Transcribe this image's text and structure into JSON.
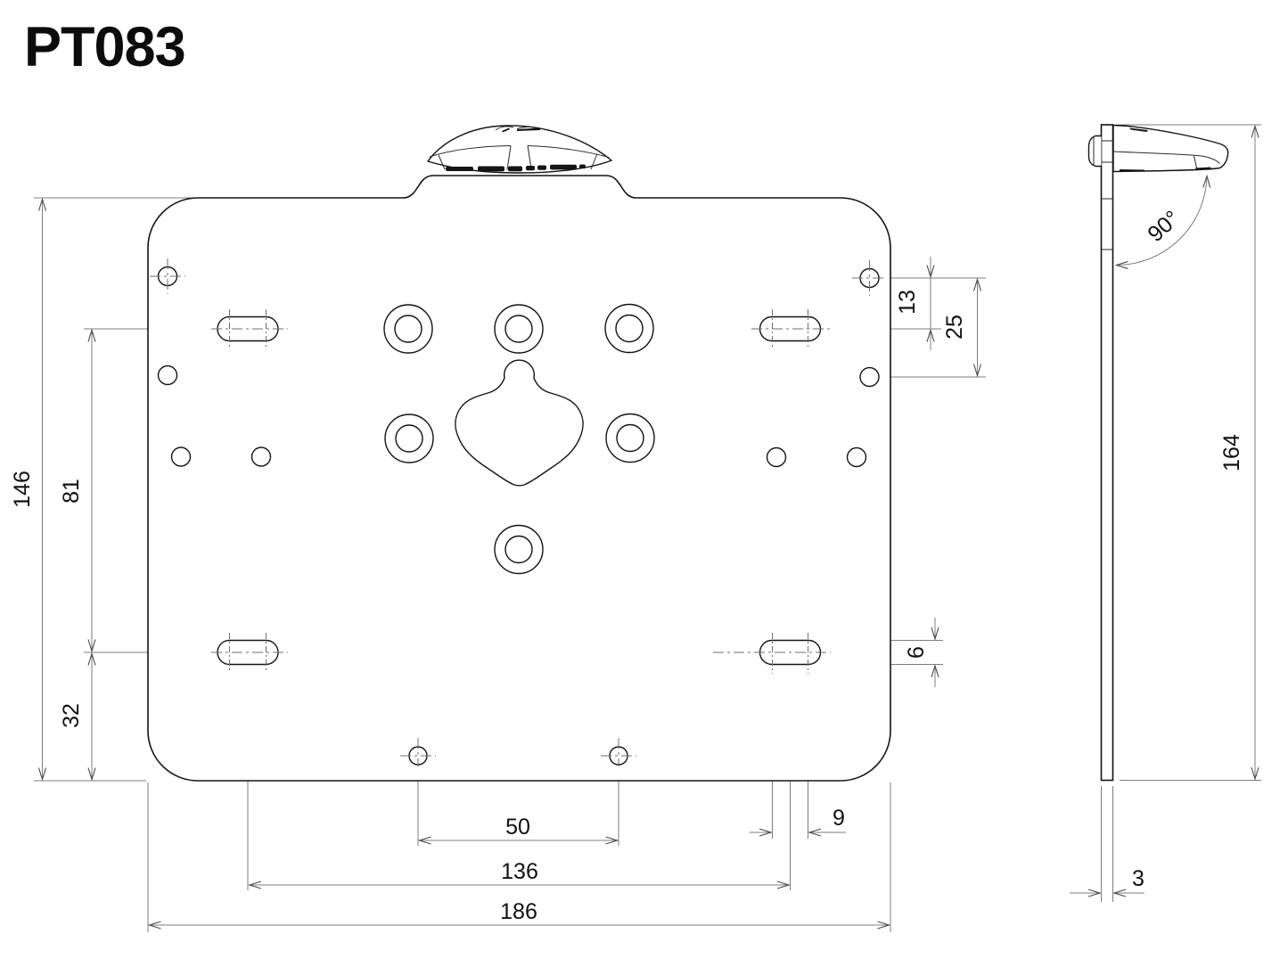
{
  "title": "PT083",
  "dims": {
    "front": {
      "overall_height": "146",
      "slot_row_spacing": "81",
      "slot_to_bottom": "32",
      "corner_hole_offset": "13",
      "corner_hole_spacing": "25",
      "slot_width": "6",
      "slot_length": "9",
      "bottom_hole_spacing": "50",
      "slot_h_spacing": "136",
      "overall_width": "186"
    },
    "side": {
      "angle": "90°",
      "overall_height": "164",
      "thickness": "3"
    }
  }
}
